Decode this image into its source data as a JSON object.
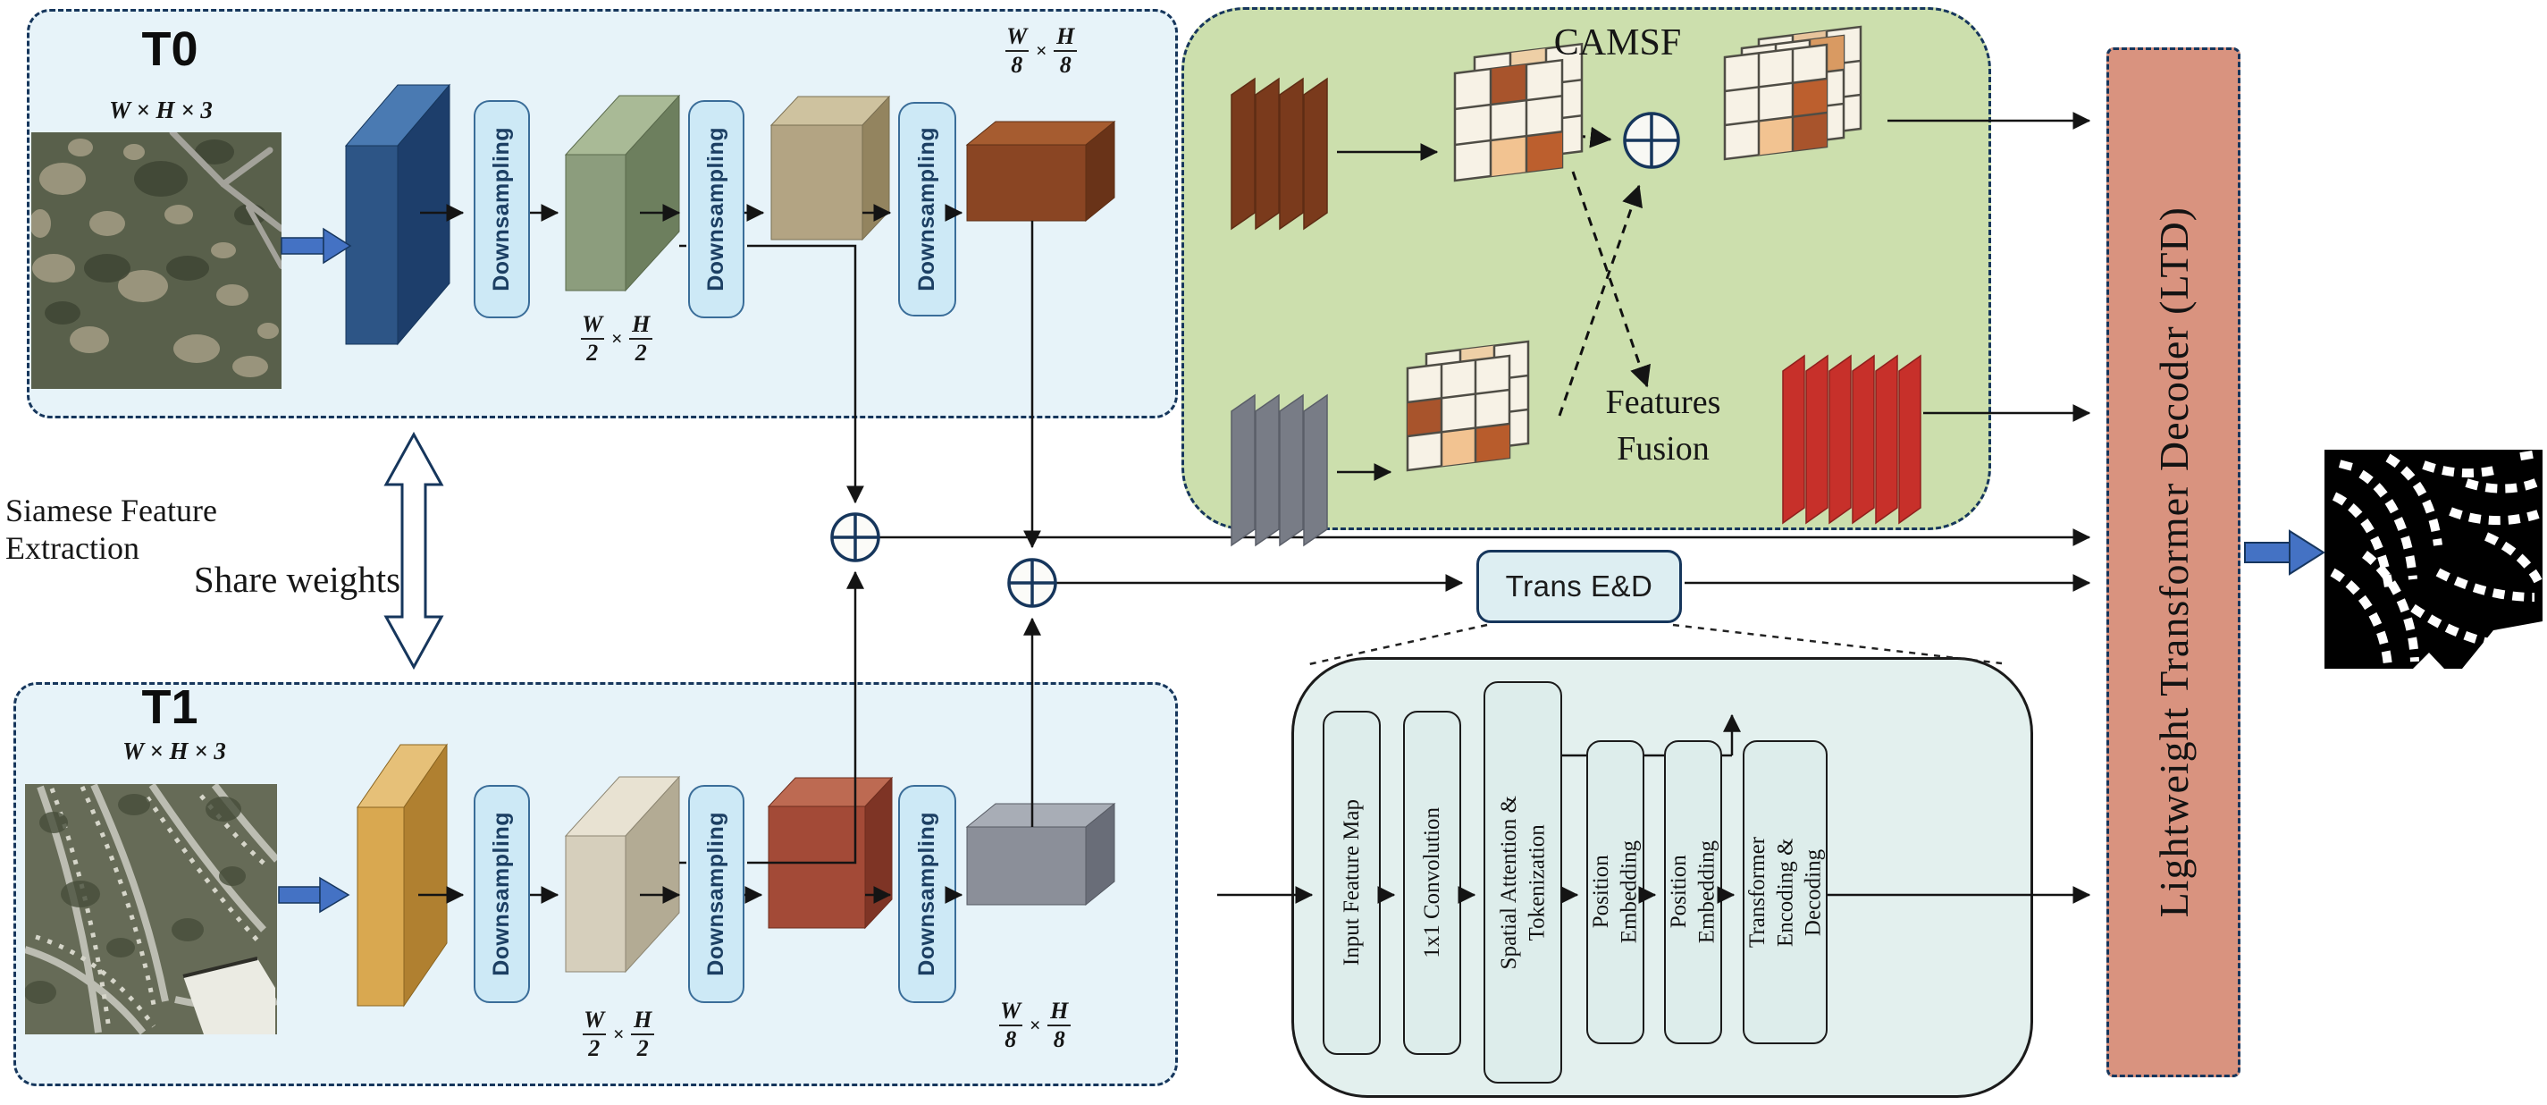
{
  "figure": {
    "panels": {
      "t0": {
        "title": "T0",
        "input_dims": "W × H × 3"
      },
      "t1": {
        "title": "T1",
        "input_dims": "W × H × 3"
      }
    },
    "downsampling_label": "Downsampling",
    "fractions": {
      "w": "W",
      "h": "H",
      "two": "2",
      "eight": "8",
      "times": "×"
    },
    "siamese_label": "Siamese Feature Extraction",
    "share_weights_label": "Share weights",
    "camsf": {
      "title": "CAMSF",
      "features_line1": "Features",
      "features_line2": "Fusion"
    },
    "trans_ed_label": "Trans E&D",
    "trans_ed_blocks": [
      "Input Feature Map",
      "1x1 Convolution",
      "Spatial Attention &\nTokenization",
      "Position\nEmbedding",
      "Position\nEmbedding",
      "Transformer\nEncoding &\nDecoding"
    ],
    "ltd_label": "Lightweight Transformer Decoder (LTD)",
    "colors": {
      "panel_blue": "#e7f3f9",
      "camsf_green": "#ccdfad",
      "ltd_salmon": "#d9937f",
      "navy": "#16365c",
      "arrow_blue": "#4472c4"
    }
  }
}
